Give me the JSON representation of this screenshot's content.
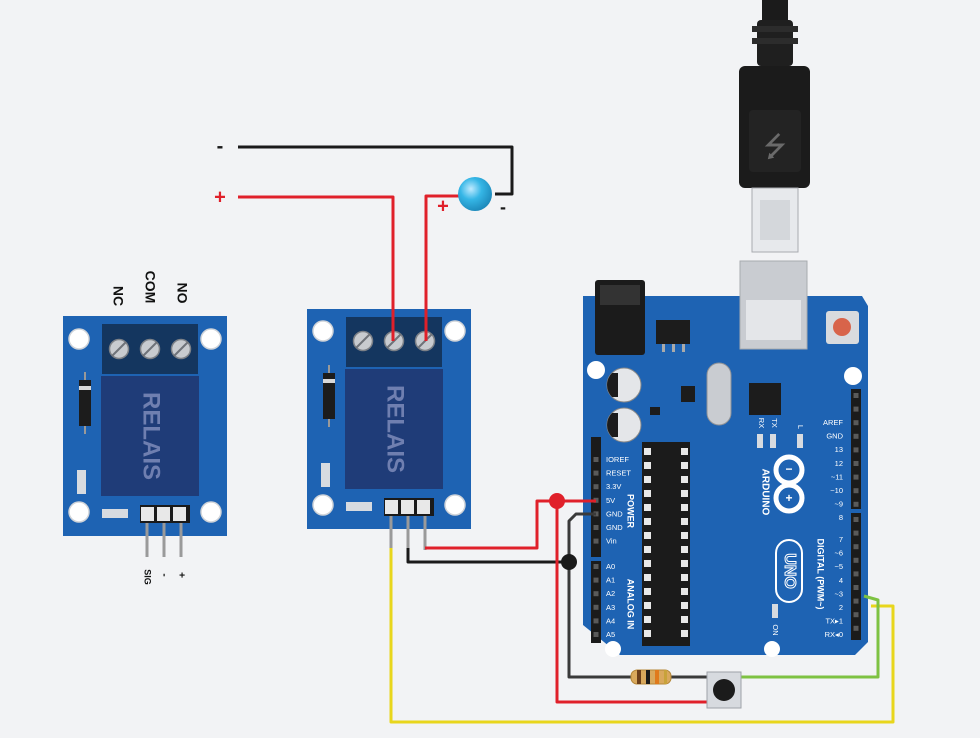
{
  "relay_module_left": {
    "title": "RELAIS",
    "terminals": [
      "NC",
      "COM",
      "NO"
    ],
    "pins": [
      "SIG",
      "-",
      "+"
    ]
  },
  "relay_module_right": {
    "title": "RELAIS"
  },
  "supply": {
    "minus": "-",
    "plus": "+"
  },
  "led": {
    "plus": "+",
    "minus": "-"
  },
  "arduino": {
    "brand": "ARDUINO",
    "model": "UNO",
    "power_header_label": "POWER",
    "analog_header_label": "ANALOG IN",
    "digital_header_label": "DIGITAL (PWM~)",
    "power_pins": [
      "IOREF",
      "RESET",
      "3.3V",
      "5V",
      "GND",
      "GND",
      "Vin"
    ],
    "analog_pins": [
      "A0",
      "A1",
      "A2",
      "A3",
      "A4",
      "A5"
    ],
    "digital_top_pins": [
      "AREF",
      "GND",
      "13",
      "12",
      "~11",
      "~10",
      "~9",
      "8"
    ],
    "digital_bottom_pins": [
      "7",
      "~6",
      "~5",
      "4",
      "~3",
      "2",
      "TX▸1",
      "RX◂0"
    ],
    "led_labels": [
      "RX",
      "TX",
      "L"
    ],
    "on_label": "ON"
  },
  "colors": {
    "board": "#1e63b3",
    "wire_red": "#e0202a",
    "wire_black": "#1a1a1a",
    "wire_yellow": "#e8d61c",
    "wire_green": "#7ec242",
    "led": "#35b6e6"
  }
}
